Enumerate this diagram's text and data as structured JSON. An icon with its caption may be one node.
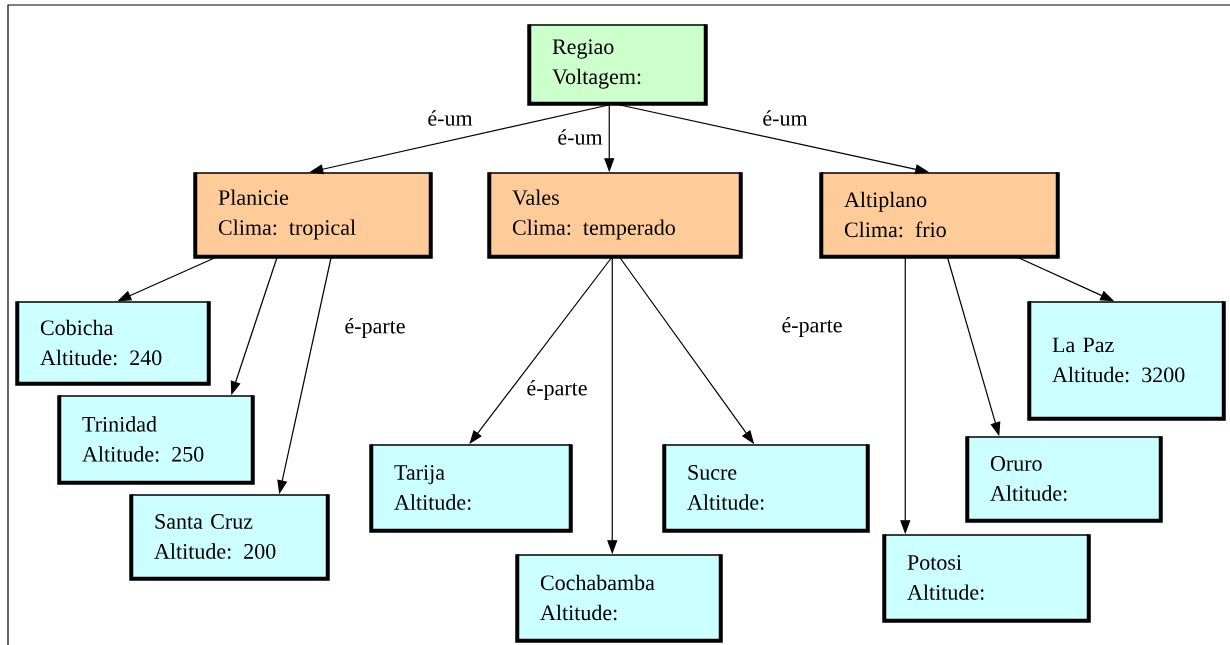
{
  "diagram": {
    "nodes": [
      {
        "text": [
          "Regiao",
          "Voltagem:"
        ]
      },
      {
        "text": [
          "Planicie",
          "Clima: tropical"
        ]
      },
      {
        "text": [
          "Vales",
          "Clima: temperado"
        ]
      },
      {
        "text": [
          "Altiplano",
          "Clima: frio"
        ]
      },
      {
        "text": [
          "Cobicha",
          "Altitude: 240"
        ]
      },
      {
        "text": [
          "Trinidad",
          "Altitude: 250"
        ]
      },
      {
        "text": [
          "Santa Cruz",
          "Altitude: 200"
        ]
      },
      {
        "text": [
          "Tarija",
          "Altitude:"
        ]
      },
      {
        "text": [
          "Cochabamba",
          "Altitude:"
        ]
      },
      {
        "text": [
          "Sucre",
          "Altitude:"
        ]
      },
      {
        "text": [
          "Potosi",
          "Altitude:"
        ]
      },
      {
        "text": [
          "Oruro",
          "Altitude:"
        ]
      },
      {
        "text": [
          "La Paz",
          "Altitude: 3200"
        ]
      }
    ],
    "edges": [
      {
        "from": 0,
        "to": 1,
        "arrow": "to",
        "label": "é-um"
      },
      {
        "from": 0,
        "to": 2,
        "arrow": "to",
        "label": "é-um"
      },
      {
        "from": 0,
        "to": 3,
        "arrow": "to",
        "label": "é-um"
      },
      {
        "from": 1,
        "to": 4,
        "arrow": "to"
      },
      {
        "from": 1,
        "to": 5,
        "arrow": "to"
      },
      {
        "from": 1,
        "to": 6,
        "arrow": "to",
        "label": "é-parte"
      },
      {
        "from": 2,
        "to": 7,
        "arrow": "to",
        "label": "é-parte"
      },
      {
        "from": 2,
        "to": 8,
        "arrow": "to"
      },
      {
        "from": 2,
        "to": 9,
        "arrow": "to"
      },
      {
        "from": 3,
        "to": 10,
        "arrow": "to",
        "label": "é-parte"
      },
      {
        "from": 3,
        "to": 11,
        "arrow": "to"
      },
      {
        "from": 3,
        "to": 12,
        "arrow": "to"
      }
    ]
  }
}
